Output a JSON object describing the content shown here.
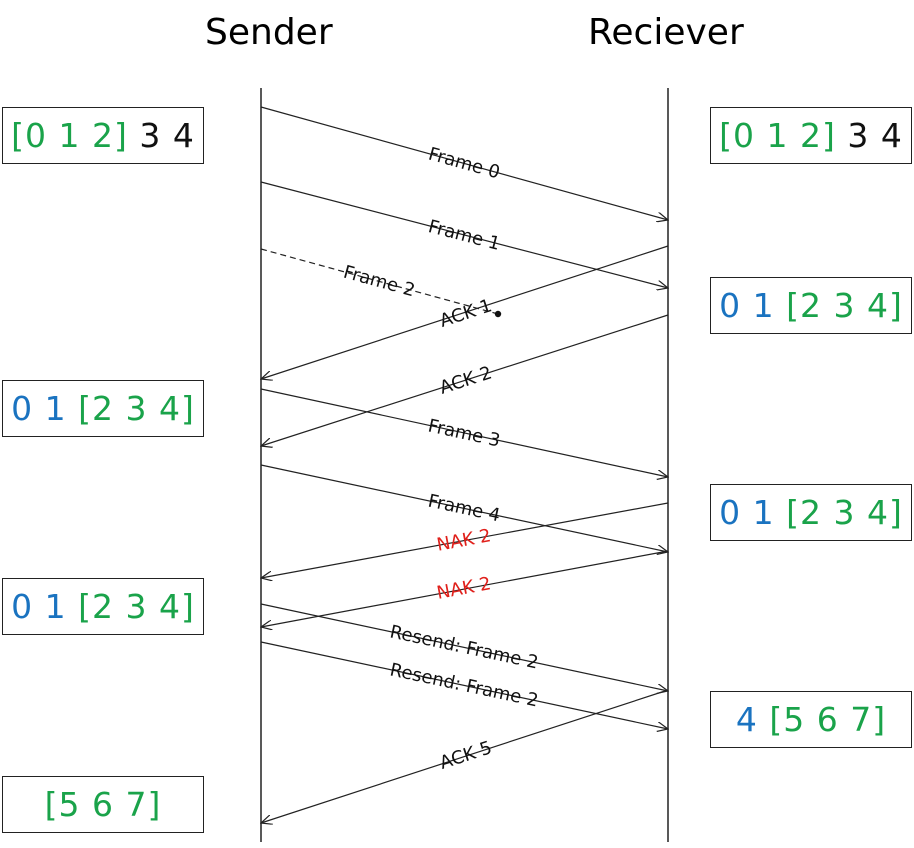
{
  "headers": {
    "sender": "Sender",
    "receiver": "Reciever"
  },
  "colors": {
    "in_window": "#1aa34a",
    "done": "#1a73c0",
    "pending": "#111111",
    "nak": "#e0201b",
    "line": "#222222"
  },
  "sender_windows": [
    {
      "segments": [
        {
          "text": "[0 1 2]",
          "color": "green"
        },
        {
          "text": " 3 4",
          "color": "black"
        }
      ]
    },
    {
      "segments": [
        {
          "text": "0 1 ",
          "color": "blue"
        },
        {
          "text": "[2 3 4]",
          "color": "green"
        }
      ]
    },
    {
      "segments": [
        {
          "text": "0 1 ",
          "color": "blue"
        },
        {
          "text": "[2 3 4]",
          "color": "green"
        }
      ]
    },
    {
      "segments": [
        {
          "text": "[5 6 7]",
          "color": "green"
        }
      ]
    }
  ],
  "receiver_windows": [
    {
      "segments": [
        {
          "text": "[0 1 2]",
          "color": "green"
        },
        {
          "text": " 3 4",
          "color": "black"
        }
      ]
    },
    {
      "segments": [
        {
          "text": "0 1 ",
          "color": "blue"
        },
        {
          "text": "[2 3 4]",
          "color": "green"
        }
      ]
    },
    {
      "segments": [
        {
          "text": "0 1 ",
          "color": "blue"
        },
        {
          "text": "[2 3 4]",
          "color": "green"
        }
      ]
    },
    {
      "segments": [
        {
          "text": "4 ",
          "color": "blue"
        },
        {
          "text": "[5 6 7]",
          "color": "green"
        }
      ]
    }
  ],
  "messages": [
    {
      "label": "Frame 0",
      "direction": "to-receiver",
      "style": "solid",
      "kind": "frame"
    },
    {
      "label": "Frame 1",
      "direction": "to-receiver",
      "style": "solid",
      "kind": "frame"
    },
    {
      "label": "Frame 2",
      "direction": "to-receiver",
      "style": "dashed",
      "kind": "lost"
    },
    {
      "label": "ACK 1",
      "direction": "to-sender",
      "style": "solid",
      "kind": "ack"
    },
    {
      "label": "ACK 2",
      "direction": "to-sender",
      "style": "solid",
      "kind": "ack"
    },
    {
      "label": "Frame 3",
      "direction": "to-receiver",
      "style": "solid",
      "kind": "frame"
    },
    {
      "label": "Frame 4",
      "direction": "to-receiver",
      "style": "solid",
      "kind": "frame"
    },
    {
      "label": "NAK 2",
      "direction": "to-sender",
      "style": "solid",
      "kind": "nak"
    },
    {
      "label": "NAK 2",
      "direction": "to-sender",
      "style": "solid",
      "kind": "nak"
    },
    {
      "label": "Resend: Frame 2",
      "direction": "to-receiver",
      "style": "solid",
      "kind": "frame"
    },
    {
      "label": "Resend: Frame 2",
      "direction": "to-receiver",
      "style": "solid",
      "kind": "frame"
    },
    {
      "label": "ACK 5",
      "direction": "to-sender",
      "style": "solid",
      "kind": "ack"
    }
  ]
}
